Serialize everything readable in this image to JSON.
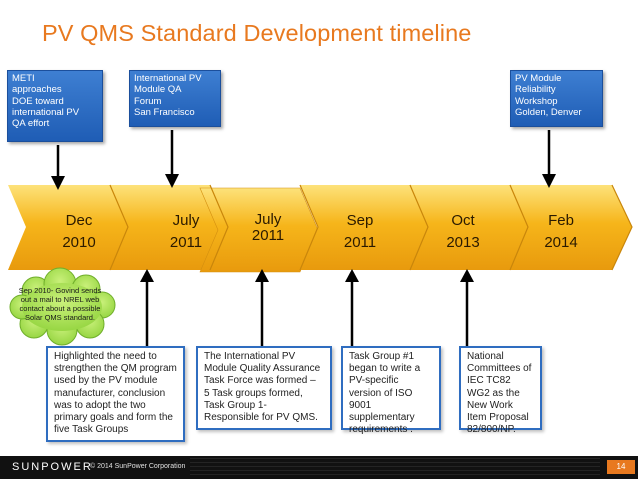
{
  "title": "PV QMS Standard Development timeline",
  "top_callouts": [
    "METI\napproaches\nDOE toward\ninternational PV\nQA effort",
    "International PV\nModule QA\nForum\nSan Francisco",
    "PV Module\nReliability\nWorkshop\nGolden, Denver"
  ],
  "timeline": [
    {
      "month": "Dec",
      "year": "2010"
    },
    {
      "month": "July",
      "year": "2011"
    },
    {
      "month": "July",
      "year": "2011"
    },
    {
      "month": "Sep",
      "year": "2011"
    },
    {
      "month": "Oct",
      "year": "2013"
    },
    {
      "month": "Feb",
      "year": "2014"
    }
  ],
  "cloud_note": "Sep 2010- Govind sends out a mail to NREL web contact about a possible Solar QMS standard.",
  "bottom_callouts": [
    "Highlighted the need to strengthen the QM program used by the PV module manufacturer, conclusion was to adopt the two primary goals and form the five Task Groups",
    "The International PV Module Quality Assurance Task Force was formed – 5 Task groups formed, Task Group 1- Responsible for PV QMS.",
    "Task Group #1 began to write a PV-specific version of ISO 9001 supplementary requirements .",
    "National Committees of IEC TC82 WG2 as the New Work Item Proposal 82/800/NP."
  ],
  "footer": {
    "logo": "SUNPOWER",
    "copyright": "© 2014 SunPower Corporation",
    "page": "14"
  },
  "colors": {
    "title": "#e8791f",
    "timeline_band": "#f6b51a",
    "callout_blue": "#2a68c0",
    "footer_bar": "#111111"
  }
}
